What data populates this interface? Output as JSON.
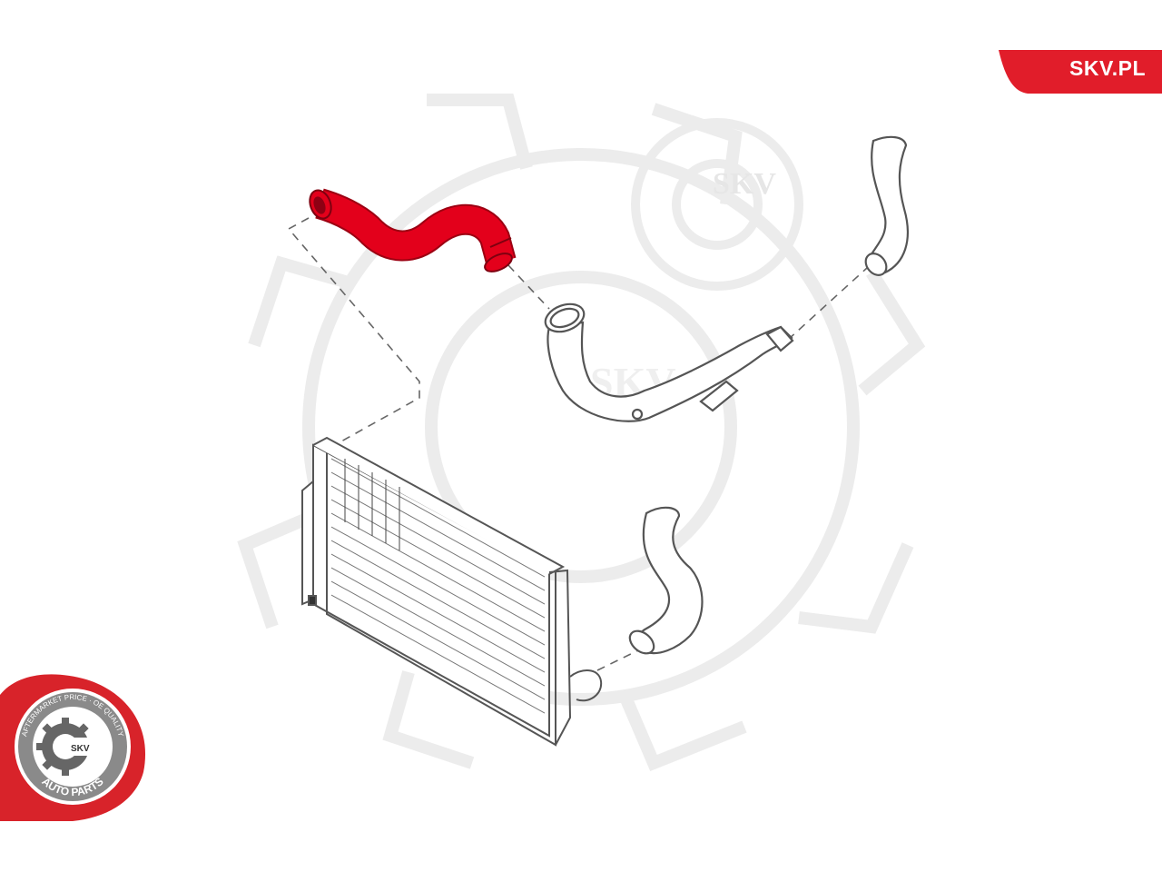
{
  "brand": {
    "site_label": "SKV.PL",
    "tab_color": "#e11d2a"
  },
  "watermark": {
    "text": "SKV",
    "color": "#ececec"
  },
  "badge": {
    "top_ring_text": "AFTERMARKET PRICE · OE QUALITY",
    "bottom_ring_text": "AUTO PARTS",
    "center_text": "SKV",
    "ring_color": "#d8232a",
    "inner_color": "#8a8a8a"
  },
  "parts": {
    "highlighted_hose": {
      "color": "#e3001b",
      "icon": "highlighted-intercooler-hose"
    },
    "other_hoses": {
      "outline_color": "#555555"
    },
    "intercooler": {
      "outline_color": "#555555"
    }
  }
}
